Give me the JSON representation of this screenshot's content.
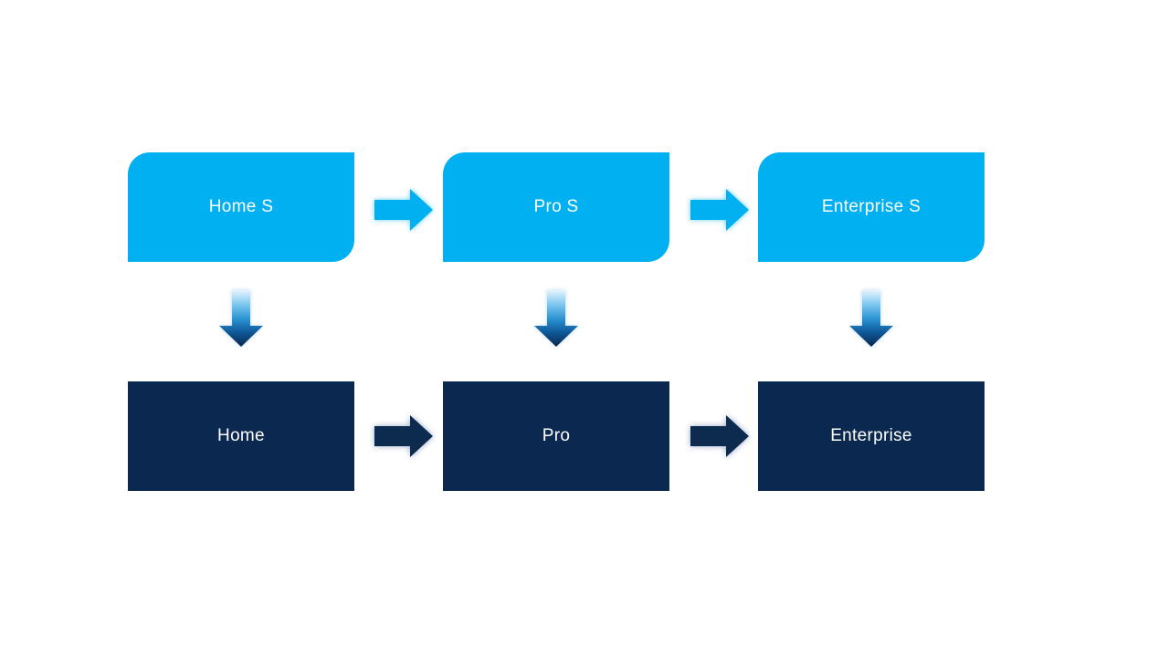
{
  "page": {
    "background": "#FFFFFF"
  },
  "palette": {
    "top_box_fill": "#00B0F0",
    "bottom_box_fill": "#0B2950",
    "label_color": "#FFFFFF",
    "down_arrow_gradient_top": "#E6F4FC",
    "down_arrow_gradient_bottom": "#082443",
    "cyan_arrow_glow": "#35BDF2",
    "navy_arrow_glow": "#7D93B8"
  },
  "diagram": {
    "rows": [
      {
        "name": "top",
        "items": [
          {
            "label": "Home S"
          },
          {
            "label": "Pro S"
          },
          {
            "label": "Enterprise S"
          }
        ]
      },
      {
        "name": "bottom",
        "items": [
          {
            "label": "Home"
          },
          {
            "label": "Pro"
          },
          {
            "label": "Enterprise"
          }
        ]
      }
    ],
    "connections": {
      "top_row_right_arrows": 2,
      "bottom_row_right_arrows": 2,
      "down_arrows": 3
    }
  }
}
